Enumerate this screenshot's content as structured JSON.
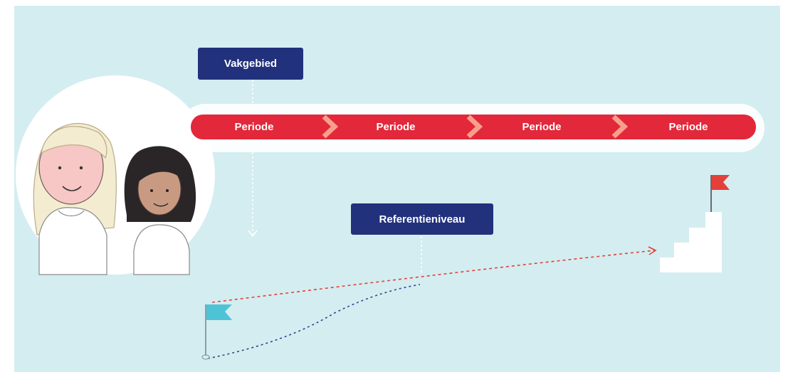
{
  "labels": {
    "vakgebied": "Vakgebied",
    "referentieniveau": "Referentieniveau"
  },
  "timeline": {
    "periods": [
      "Periode",
      "Periode",
      "Periode",
      "Periode"
    ]
  },
  "colors": {
    "background": "#d4edf1",
    "label_box": "#22317c",
    "timeline_bar": "#e2283a",
    "chevron": "#f6a08c",
    "start_flag": "#4fc3d6",
    "goal_flag": "#e4403a",
    "red_path": "#e4403a",
    "blue_path": "#2a4a8a"
  },
  "icons": {
    "start": "flag-icon",
    "goal": "stairs-with-flag-icon",
    "children": "children-illustration"
  }
}
